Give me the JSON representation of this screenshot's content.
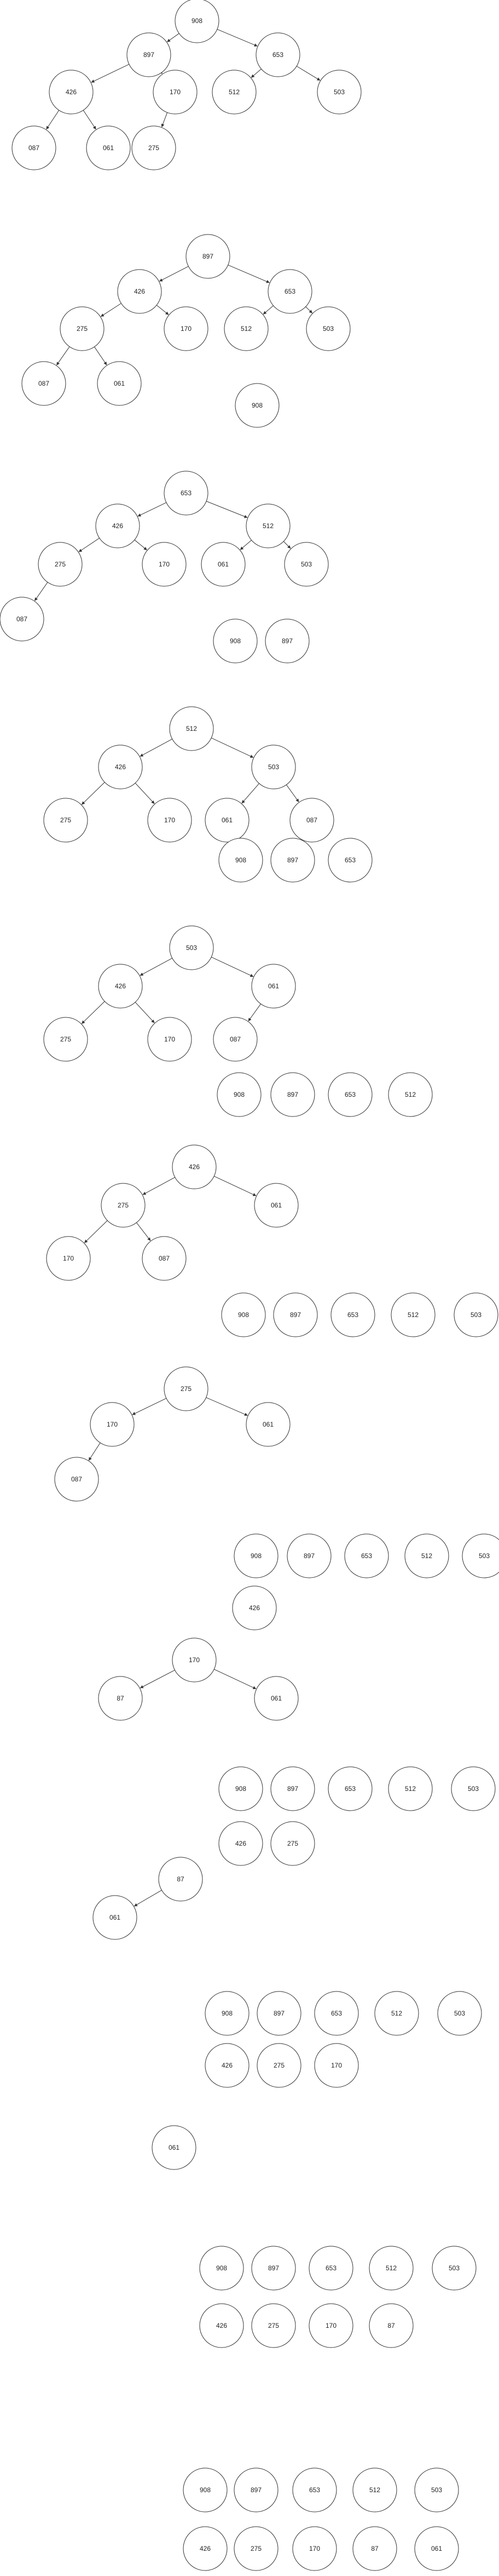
{
  "diagram": {
    "type": "heap-sort-steps",
    "steps": [
      {
        "tree": [
          {
            "value": "908"
          },
          {
            "value": "897"
          },
          {
            "value": "653"
          },
          {
            "value": "426"
          },
          {
            "value": "170"
          },
          {
            "value": "512"
          },
          {
            "value": "503"
          },
          {
            "value": "087"
          },
          {
            "value": "061"
          },
          {
            "value": "275"
          }
        ],
        "edges": [
          [
            0,
            1
          ],
          [
            0,
            2
          ],
          [
            1,
            3
          ],
          [
            1,
            4
          ],
          [
            2,
            5
          ],
          [
            2,
            6
          ],
          [
            3,
            7
          ],
          [
            3,
            8
          ],
          [
            4,
            9
          ]
        ],
        "sorted": []
      },
      {
        "tree": [
          {
            "value": "897"
          },
          {
            "value": "426"
          },
          {
            "value": "653"
          },
          {
            "value": "275"
          },
          {
            "value": "170"
          },
          {
            "value": "512"
          },
          {
            "value": "503"
          },
          {
            "value": "087"
          },
          {
            "value": "061"
          }
        ],
        "edges": [
          [
            0,
            1
          ],
          [
            0,
            2
          ],
          [
            1,
            3
          ],
          [
            1,
            4
          ],
          [
            2,
            5
          ],
          [
            2,
            6
          ],
          [
            3,
            7
          ],
          [
            3,
            8
          ]
        ],
        "sorted": [
          "908"
        ]
      },
      {
        "tree": [
          {
            "value": "653"
          },
          {
            "value": "426"
          },
          {
            "value": "512"
          },
          {
            "value": "275"
          },
          {
            "value": "170"
          },
          {
            "value": "061"
          },
          {
            "value": "503"
          },
          {
            "value": "087"
          }
        ],
        "edges": [
          [
            0,
            1
          ],
          [
            0,
            2
          ],
          [
            1,
            3
          ],
          [
            1,
            4
          ],
          [
            2,
            5
          ],
          [
            2,
            6
          ],
          [
            3,
            7
          ]
        ],
        "sorted": [
          "908",
          "897"
        ]
      },
      {
        "tree": [
          {
            "value": "512"
          },
          {
            "value": "426"
          },
          {
            "value": "503"
          },
          {
            "value": "275"
          },
          {
            "value": "170"
          },
          {
            "value": "061"
          },
          {
            "value": "087"
          }
        ],
        "edges": [
          [
            0,
            1
          ],
          [
            0,
            2
          ],
          [
            1,
            3
          ],
          [
            1,
            4
          ],
          [
            2,
            5
          ],
          [
            2,
            6
          ]
        ],
        "sorted": [
          "908",
          "897",
          "653"
        ]
      },
      {
        "tree": [
          {
            "value": "503"
          },
          {
            "value": "426"
          },
          {
            "value": "061"
          },
          {
            "value": "275"
          },
          {
            "value": "170"
          },
          {
            "value": "087"
          }
        ],
        "edges": [
          [
            0,
            1
          ],
          [
            0,
            2
          ],
          [
            1,
            3
          ],
          [
            1,
            4
          ],
          [
            2,
            5
          ]
        ],
        "sorted": [
          "908",
          "897",
          "653",
          "512"
        ]
      },
      {
        "tree": [
          {
            "value": "426"
          },
          {
            "value": "275"
          },
          {
            "value": "061"
          },
          {
            "value": "170"
          },
          {
            "value": "087"
          }
        ],
        "edges": [
          [
            0,
            1
          ],
          [
            0,
            2
          ],
          [
            1,
            3
          ],
          [
            1,
            4
          ]
        ],
        "sorted": [
          "908",
          "897",
          "653",
          "512",
          "503"
        ]
      },
      {
        "tree": [
          {
            "value": "275"
          },
          {
            "value": "170"
          },
          {
            "value": "061"
          },
          {
            "value": "087"
          }
        ],
        "edges": [
          [
            0,
            1
          ],
          [
            0,
            2
          ],
          [
            1,
            3
          ]
        ],
        "sorted": [
          "908",
          "897",
          "653",
          "512",
          "503",
          "426"
        ]
      },
      {
        "tree": [
          {
            "value": "170"
          },
          {
            "value": "87"
          },
          {
            "value": "061"
          }
        ],
        "edges": [
          [
            0,
            1
          ],
          [
            0,
            2
          ]
        ],
        "sorted": [
          "908",
          "897",
          "653",
          "512",
          "503",
          "426",
          "275"
        ]
      },
      {
        "tree": [
          {
            "value": "87"
          },
          {
            "value": "061"
          }
        ],
        "edges": [
          [
            0,
            1
          ]
        ],
        "sorted": [
          "908",
          "897",
          "653",
          "512",
          "503",
          "426",
          "275",
          "170"
        ]
      },
      {
        "tree": [
          {
            "value": "061"
          }
        ],
        "edges": [],
        "sorted": [
          "908",
          "897",
          "653",
          "512",
          "503",
          "426",
          "275",
          "170",
          "87"
        ]
      },
      {
        "tree": [],
        "edges": [],
        "sorted": [
          "908",
          "897",
          "653",
          "512",
          "503",
          "426",
          "275",
          "170",
          "87",
          "061"
        ]
      }
    ]
  }
}
